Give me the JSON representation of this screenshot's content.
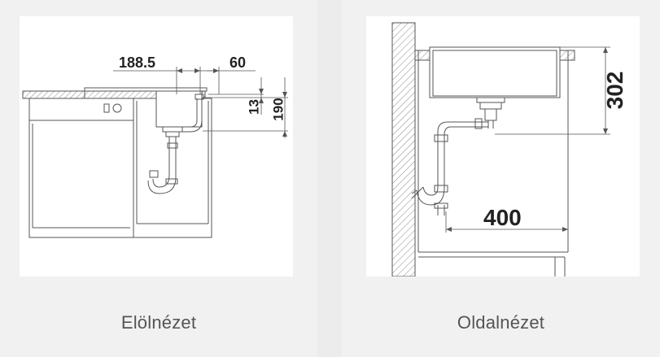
{
  "front_view": {
    "caption": "Elölnézet",
    "dimensions": {
      "width_offset": "188.5",
      "width_small": "60",
      "height_small": "13",
      "height_total": "190"
    }
  },
  "side_view": {
    "caption": "Oldalnézet",
    "dimensions": {
      "depth": "400",
      "height": "302"
    }
  },
  "colors": {
    "line": "#555555",
    "page": "#ececec",
    "card": "#f1f1f1",
    "panel": "#ffffff"
  }
}
